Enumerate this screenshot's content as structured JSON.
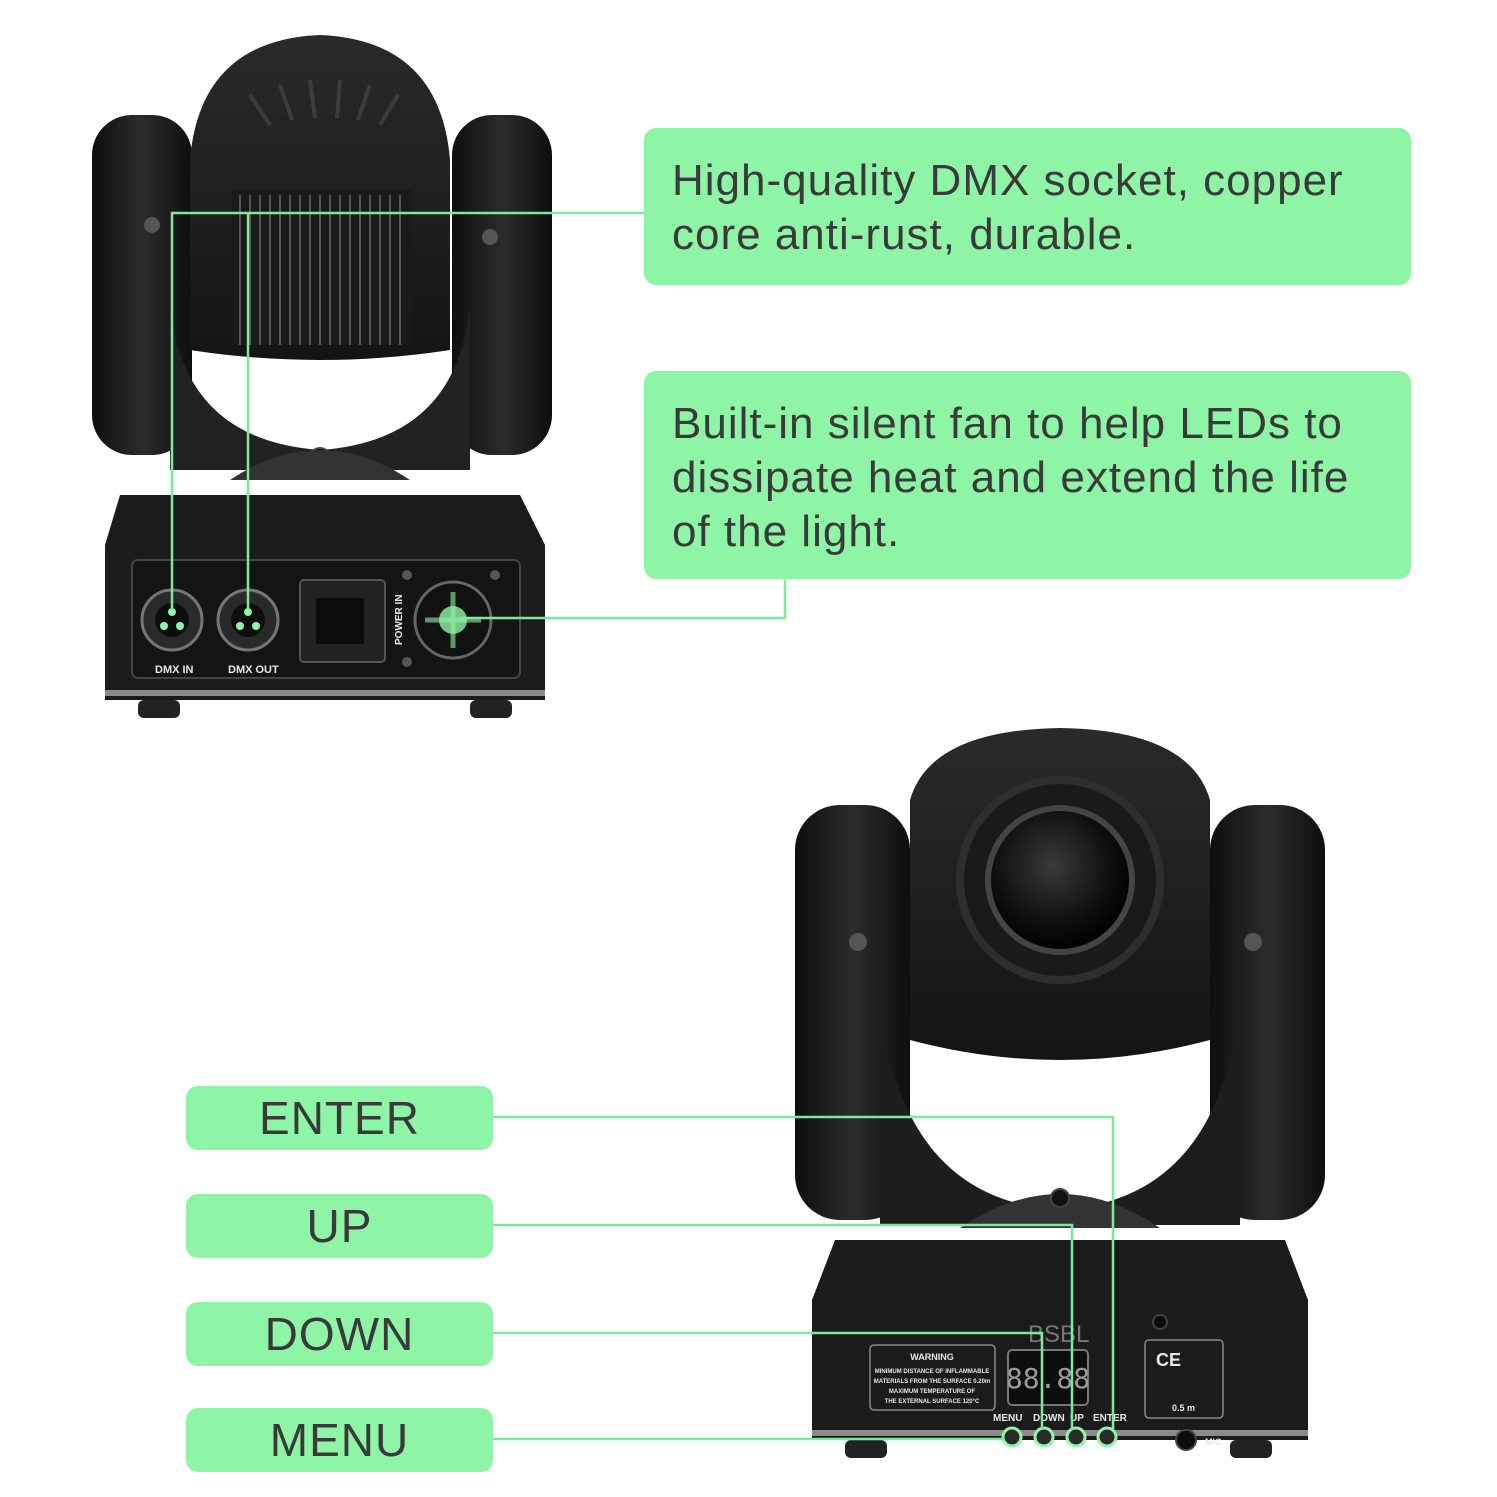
{
  "callouts": {
    "dmx_socket": "High-quality DMX socket, copper core anti-rust, durable.",
    "fan": "Built-in silent fan to help LEDs to dissipate heat and extend the life of the light.",
    "enter": "ENTER",
    "up": "UP",
    "down": "DOWN",
    "menu": "MENU"
  },
  "rear_panel": {
    "dmx_in": "DMX IN",
    "dmx_out": "DMX OUT",
    "power_in": "POWER IN"
  },
  "front_panel": {
    "brand": "BSBL",
    "warning_title": "WARNING",
    "warning_lines": [
      "MINIMUM DISTANCE OF INFLAMMABLE",
      "MATERIALS FROM THE SURFACE 0.20m",
      "MAXIMUM TEMPERATURE OF",
      "THE EXTERNAL SURFACE 120°C"
    ],
    "display": "88.88",
    "button_menu": "MENU",
    "button_down": "DOWN",
    "button_up": "UP",
    "button_enter": "ENTER",
    "mic": "MIC",
    "ce": "CE",
    "distance": "0.5 m"
  },
  "colors": {
    "accent": "#8ff5a6",
    "leader_line": "#7fe89a",
    "body": "#1f1f1f"
  }
}
